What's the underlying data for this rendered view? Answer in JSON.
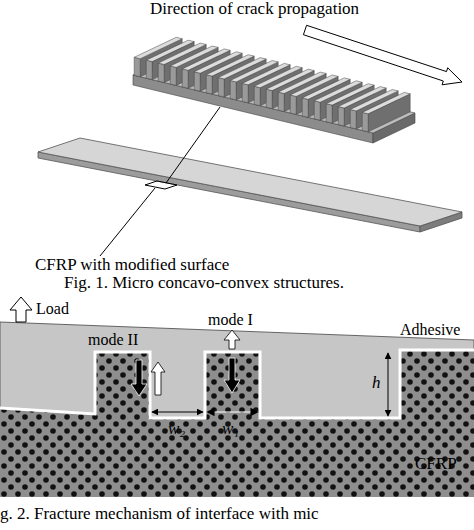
{
  "diagram": {
    "labels": [
      "Direction of crack propagation",
      "CFRP with modified surface",
      "Fig. 1. Micro concavo-convex structures.",
      "Load",
      "mode I",
      "mode II",
      "Adhesive",
      "h",
      "w₂",
      "w₁",
      "CFRP",
      "g. 2. Fracture mechanism of interface with mic"
    ]
  }
}
